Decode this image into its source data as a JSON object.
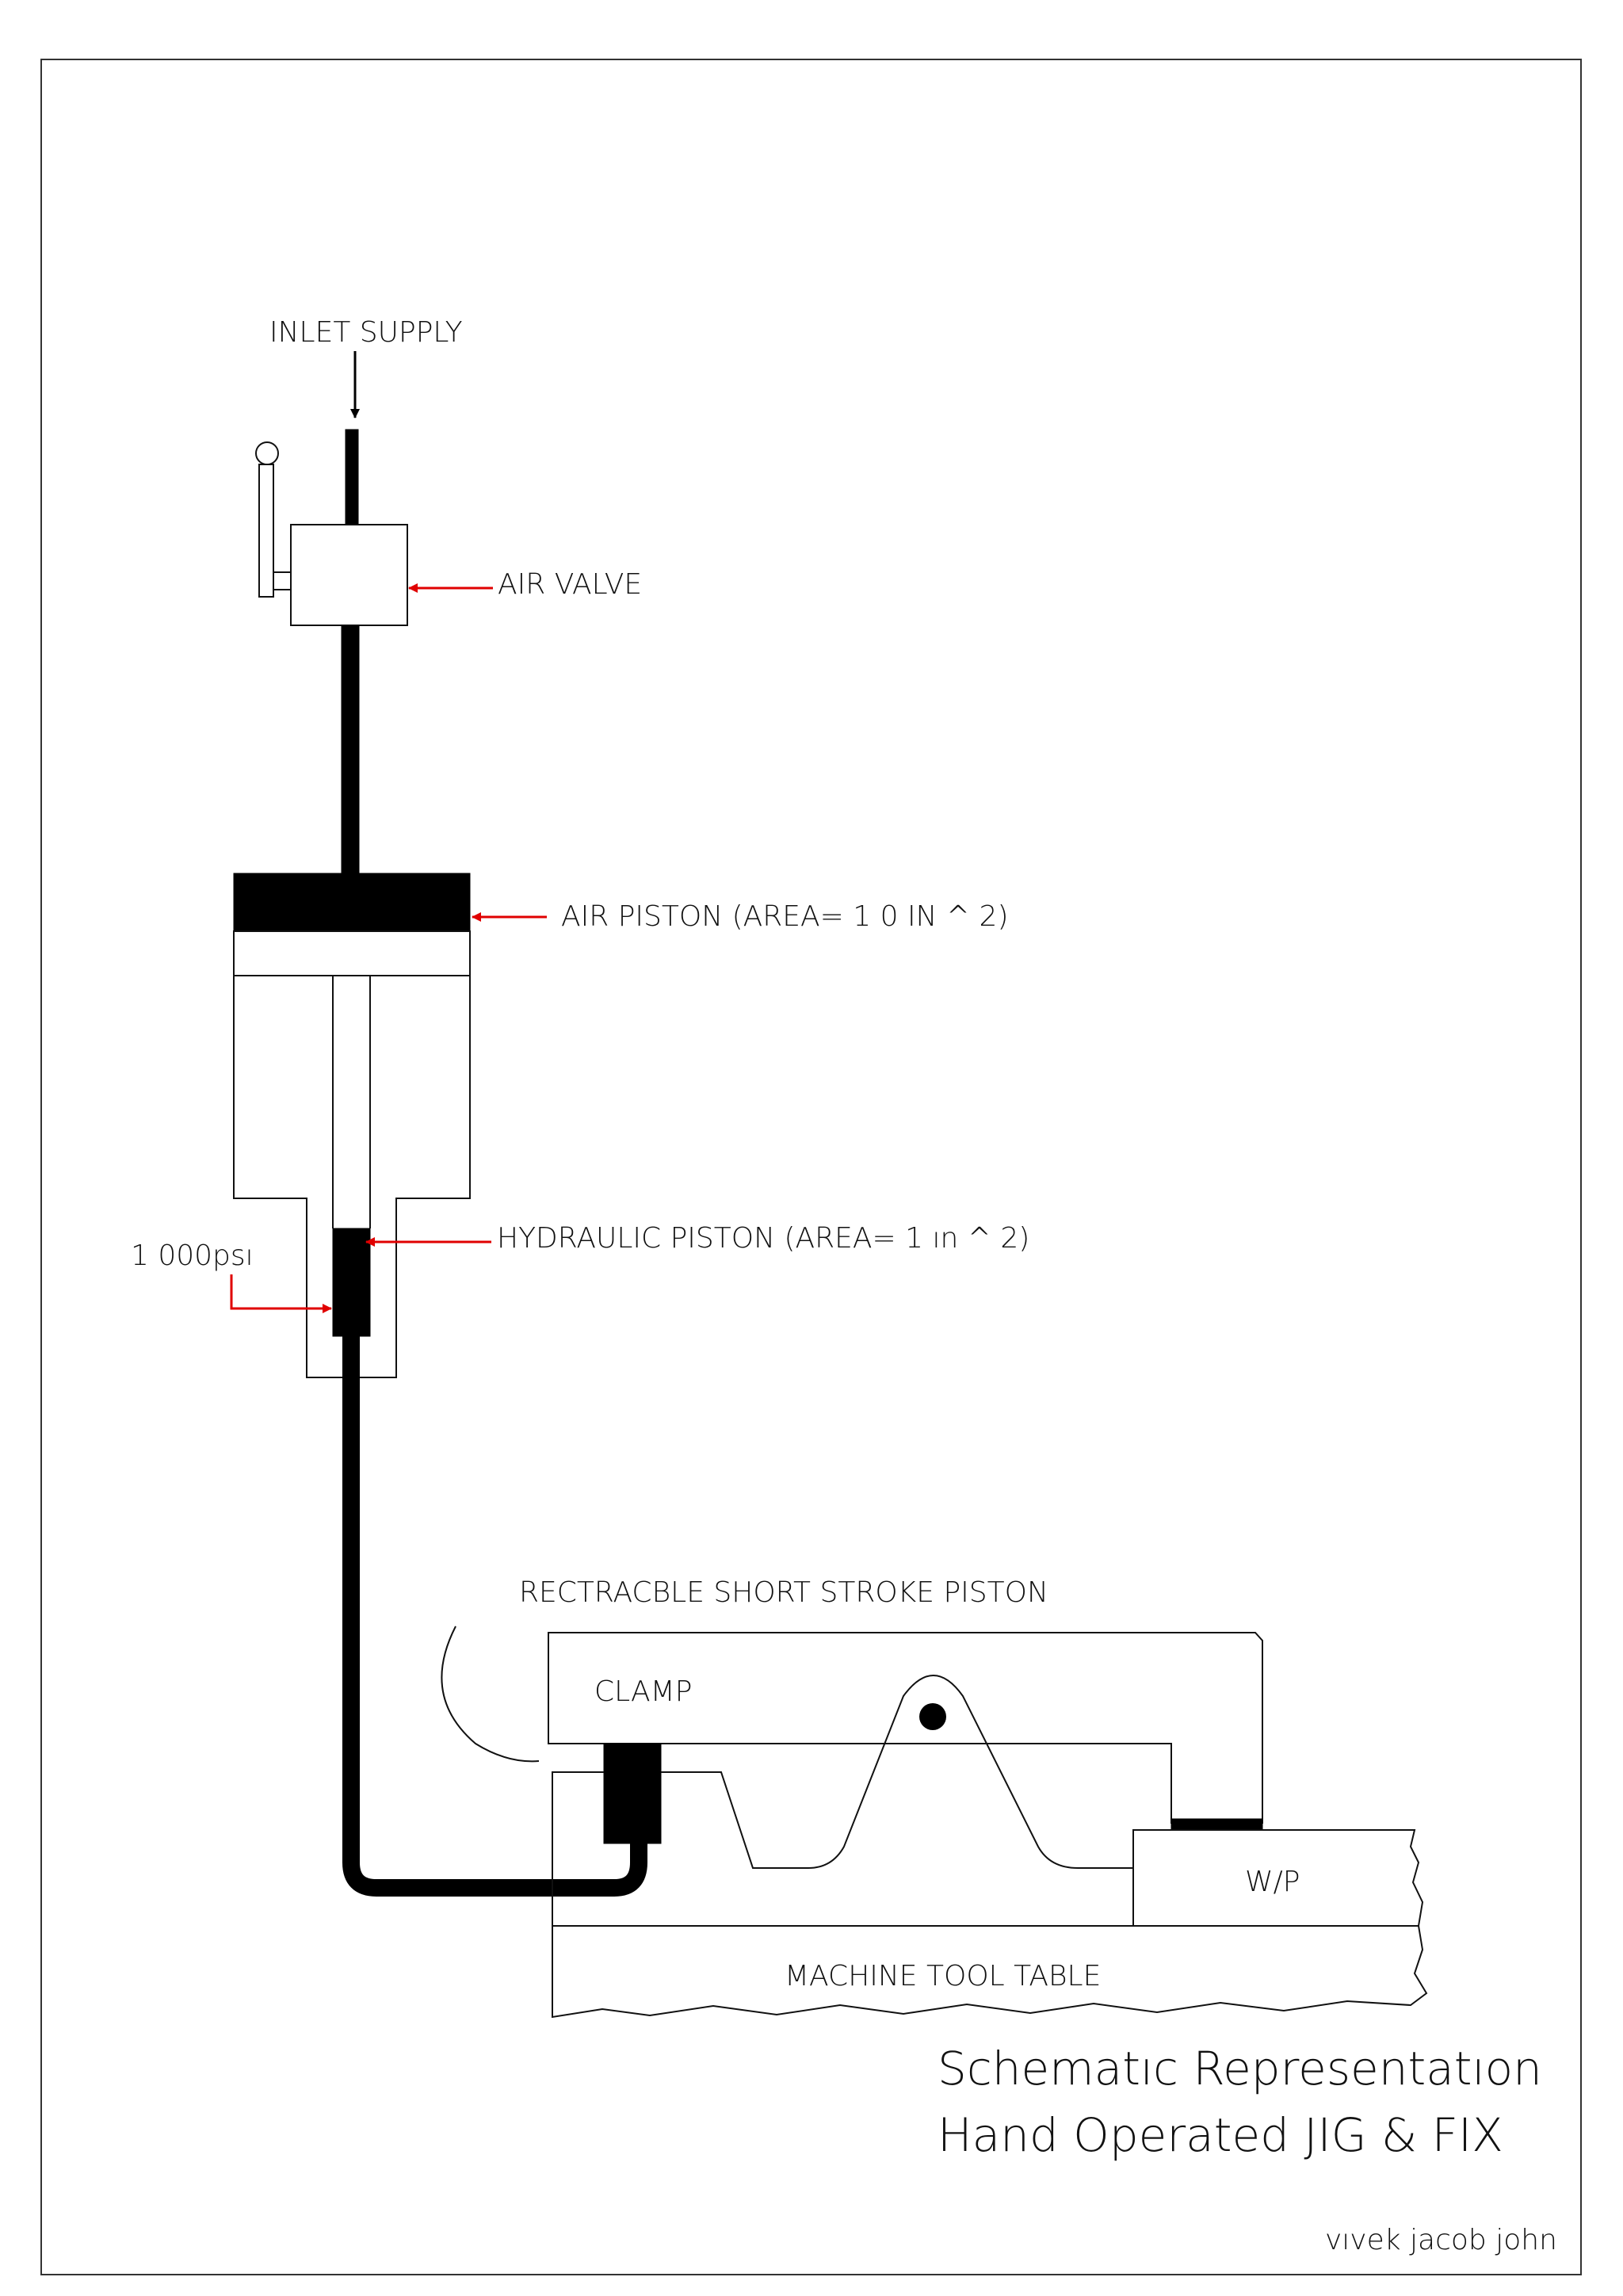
{
  "labels": {
    "inlet_supply": "INLET SUPPLY",
    "air_valve": "AIR VALVE",
    "air_piston": "AIR PISTON (AREA= 1 0  IN ^ 2)",
    "hydraulic_piston": "HYDRAULIC PISTON (AREA= 1 ın ^ 2)",
    "pressure": "1 000psı",
    "retractable_piston": "RECTRACBLE SHORT STROKE PISTON",
    "clamp": "CLAMP",
    "workpiece": "W/P",
    "machine_table": "MACHINE TOOL TABLE"
  },
  "title": {
    "line1": "Schematıc Representatıon",
    "line2": "Hand Operated JIG & FIX"
  },
  "author": "vıvek jacob john",
  "colors": {
    "line": "#000000",
    "arrow_accent": "#e00000",
    "background": "#ffffff"
  }
}
